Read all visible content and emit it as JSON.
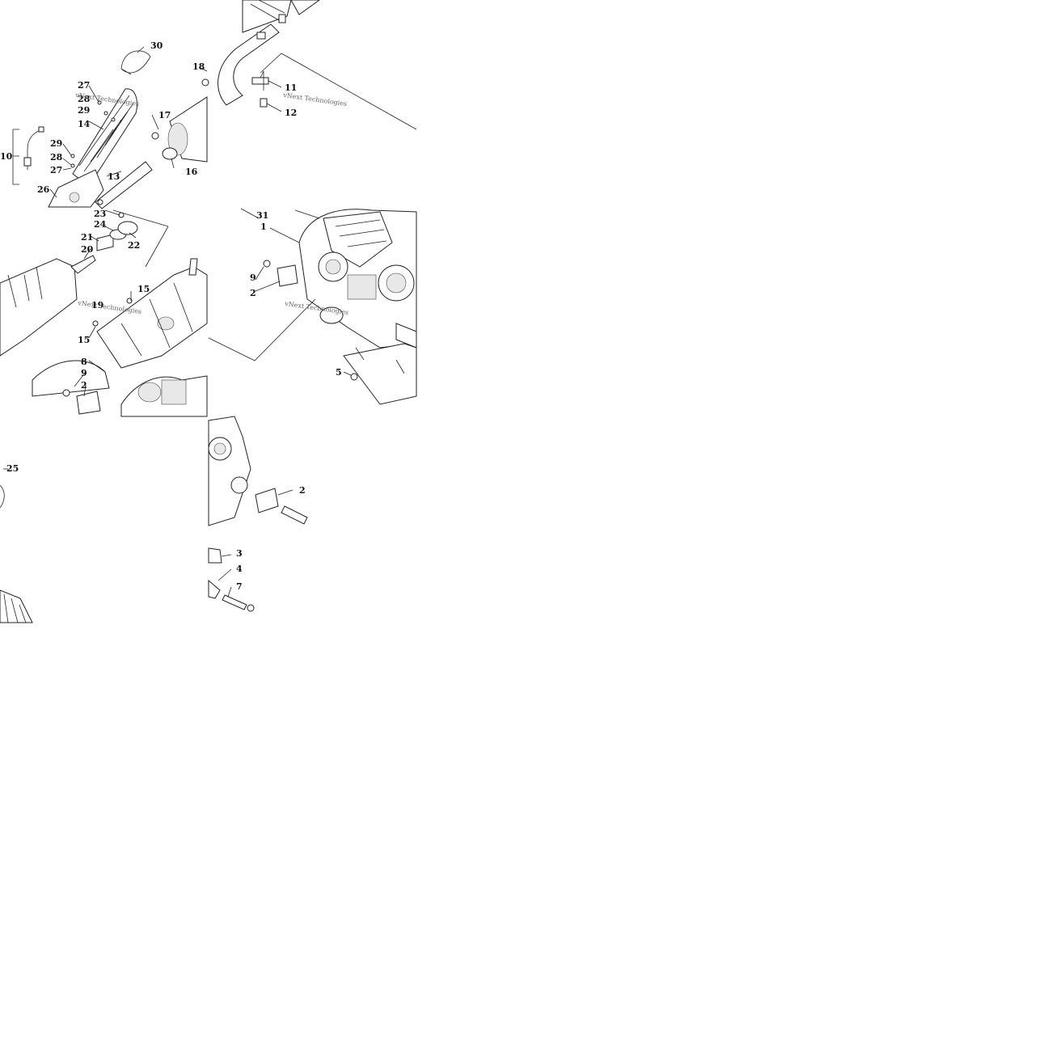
{
  "watermark": "vNext Technologies",
  "callouts": {
    "c30": "30",
    "c18": "18",
    "c27a": "27",
    "c28a": "28",
    "c29a": "29",
    "c14": "14",
    "c17": "17",
    "c10": "10",
    "c29b": "29",
    "c28b": "28",
    "c27b": "27",
    "c13": "13",
    "c16": "16",
    "c26": "26",
    "c11": "11",
    "c12": "12",
    "c23": "23",
    "c24": "24",
    "c21": "21",
    "c20": "20",
    "c22": "22",
    "c15a": "15",
    "c19": "19",
    "c15b": "15",
    "c8": "8",
    "c9a": "9",
    "c2a": "2",
    "c31": "31",
    "c1": "1",
    "c9b": "9",
    "c2b": "2",
    "c5": "5",
    "c25": "25",
    "c2c": "2",
    "c3": "3",
    "c4": "4",
    "c7": "7"
  }
}
